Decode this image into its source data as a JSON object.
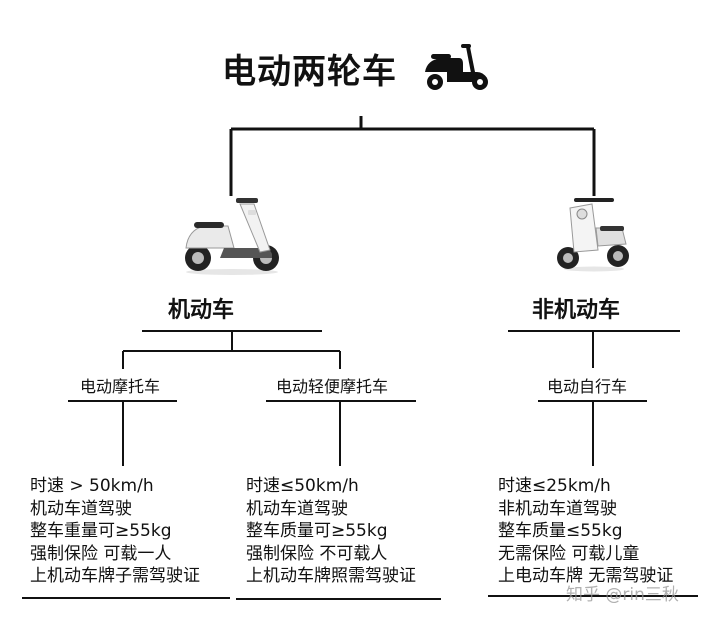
{
  "title": "电动两轮车",
  "icons": {
    "title_icon": "scooter-icon",
    "motor_image": "motor-scooter-image",
    "bicycle_image": "e-bicycle-image"
  },
  "categories": {
    "motor": {
      "label": "机动车",
      "subtypes": [
        {
          "label": "电动摩托车",
          "specs": [
            "时速 > 50km/h",
            "机动车道驾驶",
            "整车重量可≥55kg",
            "强制保险 可载一人",
            "上机动车牌子需驾驶证"
          ]
        },
        {
          "label": "电动轻便摩托车",
          "specs": [
            "时速≤50km/h",
            "机动车道驾驶",
            "整车质量可≥55kg",
            "强制保险 不可载人",
            "上机动车牌照需驾驶证"
          ]
        }
      ]
    },
    "non_motor": {
      "label": "非机动车",
      "subtypes": [
        {
          "label": "电动自行车",
          "specs": [
            "时速≤25km/h",
            "非机动车道驾驶",
            "整车质量≤55kg",
            "无需保险 可载儿童",
            "上电动车牌 无需驾驶证"
          ]
        }
      ]
    }
  },
  "watermark": "知乎 @rin三秋"
}
